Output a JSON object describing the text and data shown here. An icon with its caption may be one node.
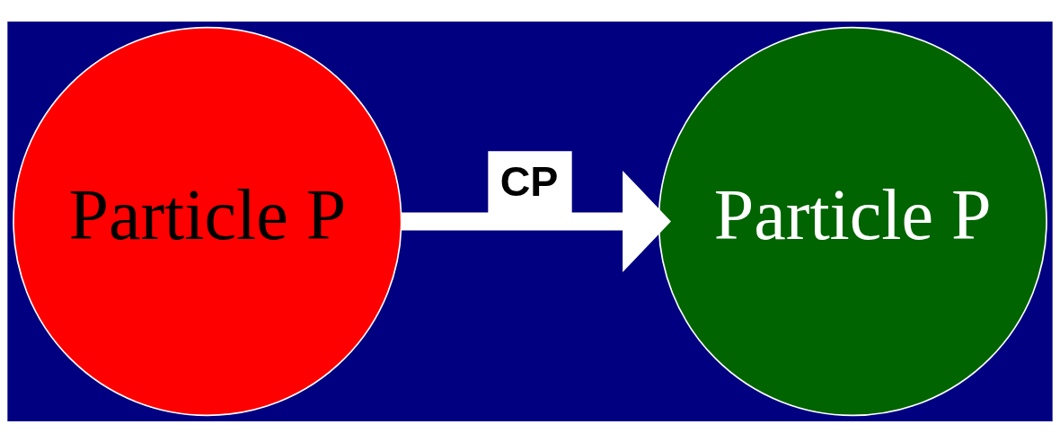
{
  "diagram": {
    "nodes": [
      {
        "text": [
          "Particle P"
        ]
      },
      {
        "text": [
          "Particle P"
        ]
      }
    ],
    "edges": [
      {
        "from": 0,
        "to": 1,
        "arrow": "to",
        "label": "CP"
      }
    ]
  }
}
